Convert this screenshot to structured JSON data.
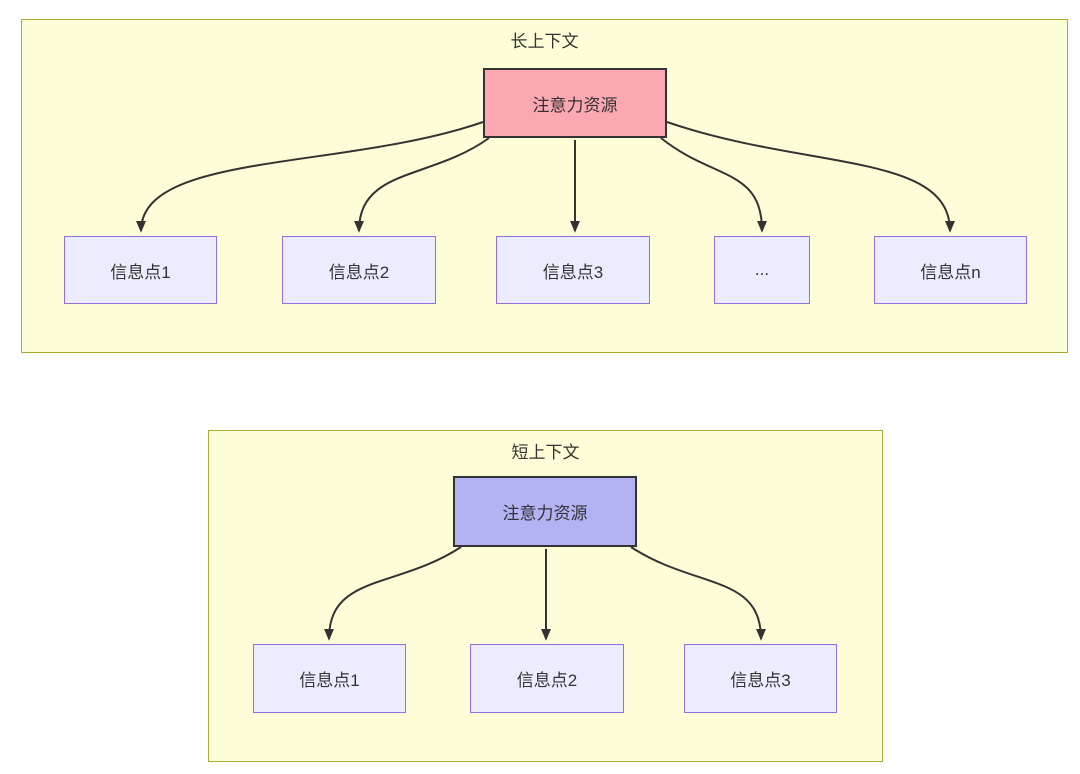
{
  "long_context": {
    "title": "长上下文",
    "root_label": "注意力资源",
    "children": [
      {
        "label": "信息点1"
      },
      {
        "label": "信息点2"
      },
      {
        "label": "信息点3"
      },
      {
        "label": "..."
      },
      {
        "label": "信息点n"
      }
    ]
  },
  "short_context": {
    "title": "短上下文",
    "root_label": "注意力资源",
    "children": [
      {
        "label": "信息点1"
      },
      {
        "label": "信息点2"
      },
      {
        "label": "信息点3"
      }
    ]
  },
  "colors": {
    "cluster_fill": "#fdfdd7",
    "cluster_border": "#aaaa33",
    "long_root_fill": "#fba8b3",
    "short_root_fill": "#b3b3f3",
    "root_border": "#333333",
    "info_fill": "#ececff",
    "info_border": "#9370db",
    "arrow": "#333333",
    "text": "#333333"
  }
}
